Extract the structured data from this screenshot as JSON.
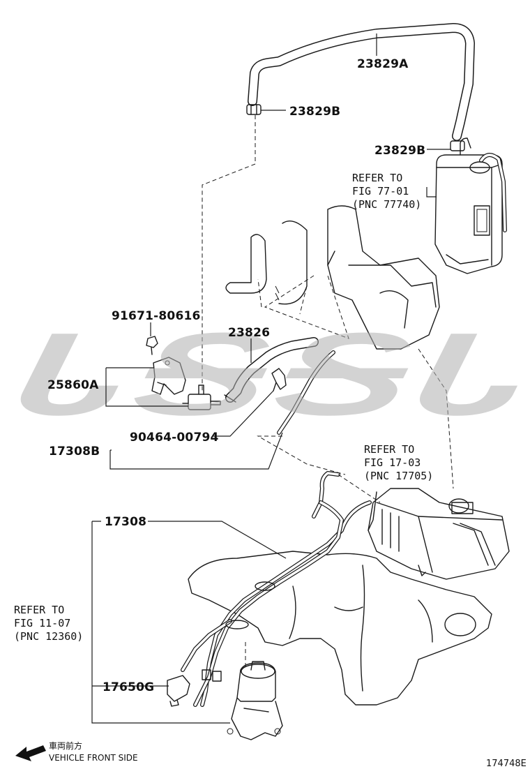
{
  "watermark": "ᏓᎦᎦᏓ",
  "labels": {
    "hose_top": "23829A",
    "clamp_upper": "23829B",
    "clamp_canister": "23829B",
    "bolt": "91671-80616",
    "bracket": "25860A",
    "hose_mid": "23826",
    "clip": "90464-00794",
    "hose_assy_b": "17308B",
    "hose_assy": "17308",
    "connector": "17650G"
  },
  "refs": {
    "canister": {
      "line1": "REFER TO",
      "line2": "FIG 77-01",
      "line3": "(PNC 77740)"
    },
    "air_cleaner": {
      "line1": "REFER TO",
      "line2": "FIG 17-03",
      "line3": "(PNC 17705)"
    },
    "manifold": {
      "line1": "REFER TO",
      "line2": "FIG 11-07",
      "line3": "(PNC 12360)"
    }
  },
  "direction": {
    "jp": "車両前方",
    "en": "VEHICLE FRONT SIDE"
  },
  "figure_id": "174748E"
}
